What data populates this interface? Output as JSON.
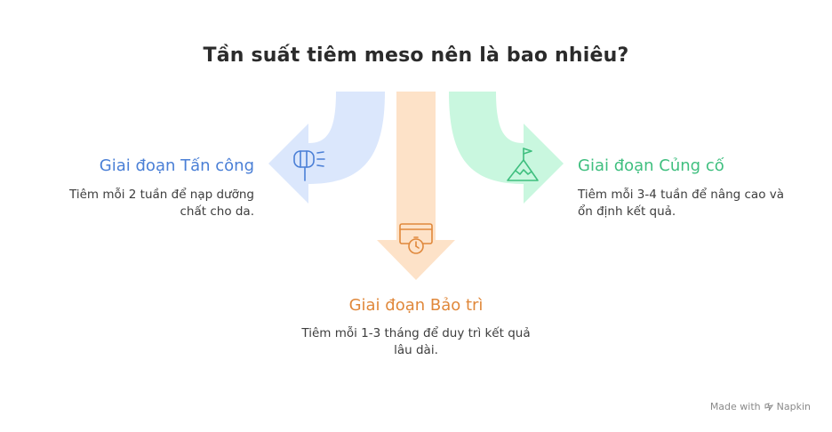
{
  "title": "Tần suất tiêm meso nên là bao nhiêu?",
  "stages": {
    "attack": {
      "title": "Giai đoạn Tấn công",
      "desc": "Tiêm mỗi 2 tuần để nạp dưỡng chất cho da.",
      "color": "#4a7fd6",
      "arrow_color": "#dbe7fc",
      "icon": "hair-dryer-icon"
    },
    "maintenance": {
      "title": "Giai đoạn Bảo trì",
      "desc": "Tiêm mỗi 1-3 tháng để duy trì kết quả lâu dài.",
      "color": "#e0883b",
      "arrow_color": "#fde2c8",
      "icon": "stopwatch-icon"
    },
    "consolidation": {
      "title": "Giai đoạn Củng cố",
      "desc": "Tiêm mỗi 3-4 tuần để nâng cao và ổn định kết quả.",
      "color": "#3fbf7f",
      "arrow_color": "#c9f7df",
      "icon": "mountain-flag-icon"
    }
  },
  "watermark": {
    "prefix": "Made with",
    "brand": "Napkin"
  }
}
